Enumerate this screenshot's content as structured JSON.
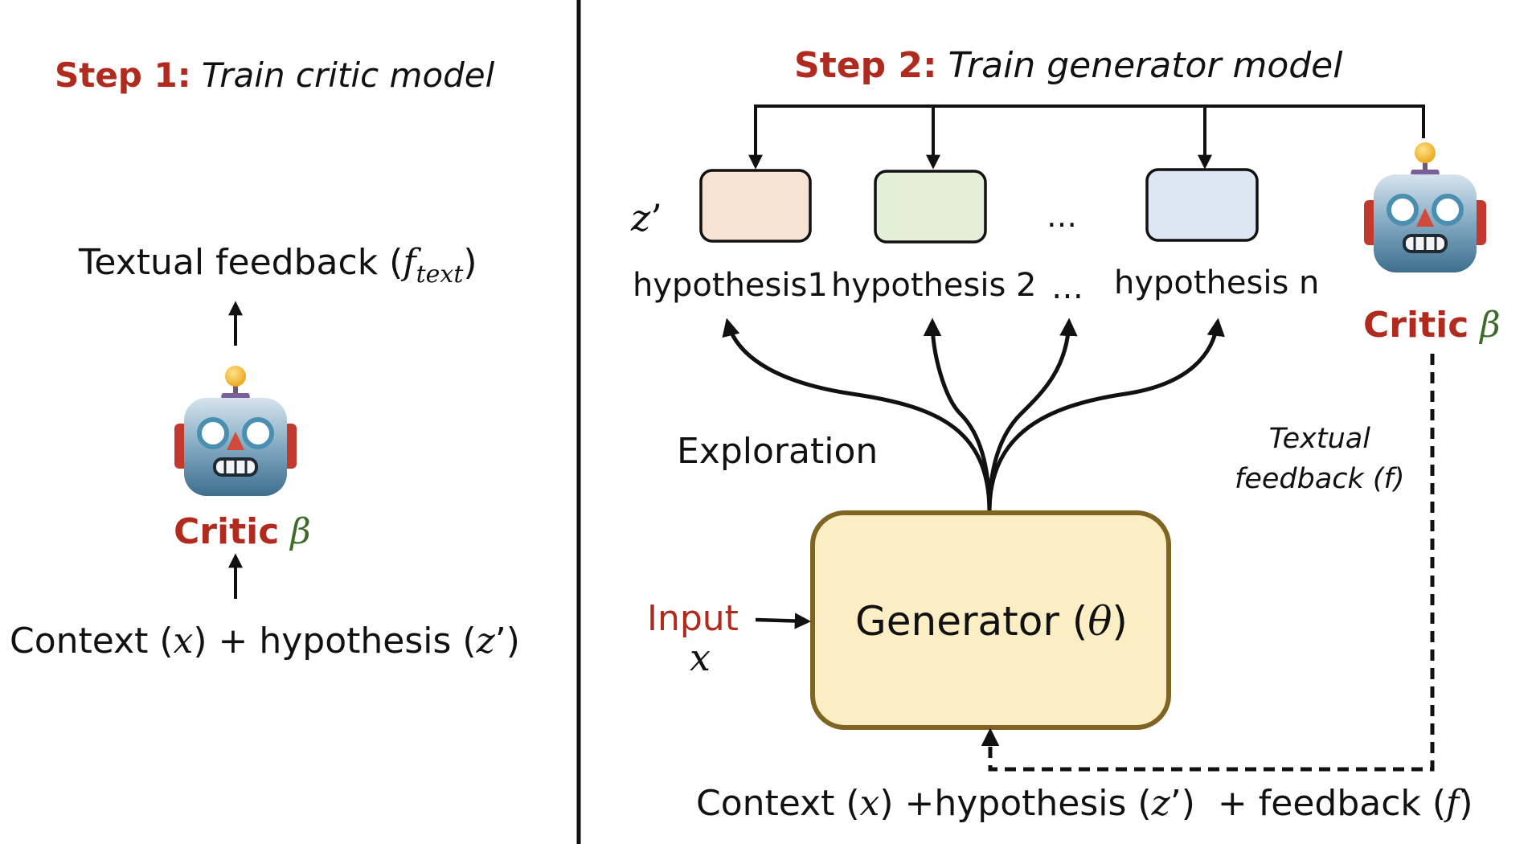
{
  "step1": {
    "prefix": "Step 1:",
    "title": "Train critic model",
    "output_text": "Textual feedback (",
    "output_var": "f",
    "output_sub": "text",
    "output_close": ")",
    "critic_label": "Critic",
    "critic_symbol": "β",
    "input_a": "Context (",
    "input_x": "x",
    "input_b": ") + hypothesis (",
    "input_z": "z",
    "input_c": "’)"
  },
  "step2": {
    "prefix": "Step 2:",
    "title": "Train generator model",
    "z_label": "z",
    "z_prime": "’",
    "ellipsis": "…",
    "hyp1": "hypothesis1",
    "hyp2": "hypothesis 2",
    "hyp_dots": "…",
    "hypn": "hypothesis n",
    "critic_label": "Critic",
    "critic_symbol": "β",
    "exploration": "Exploration",
    "feedback_line1": "Textual",
    "feedback_line2": "feedback (f)",
    "input_label": "Input",
    "input_var": "x",
    "generator_a": "Generator (",
    "generator_theta": "θ",
    "generator_b": ")",
    "bottom_a": "Context (",
    "bottom_x": "x",
    "bottom_b": ") +hypothesis (",
    "bottom_z": "z",
    "bottom_c": "’)  + feedback (",
    "bottom_f": "f",
    "bottom_d": ")"
  },
  "colors": {
    "step_red": "#b02a1e",
    "beta_green": "#3f6b2a",
    "hyp1_fill": "#f7e3d4",
    "hyp2_fill": "#e3efd8",
    "hypn_fill": "#dce7f3",
    "generator_fill": "#fbeec4",
    "generator_stroke": "#806421"
  },
  "icons": [
    "robot-icon",
    "robot-icon"
  ]
}
